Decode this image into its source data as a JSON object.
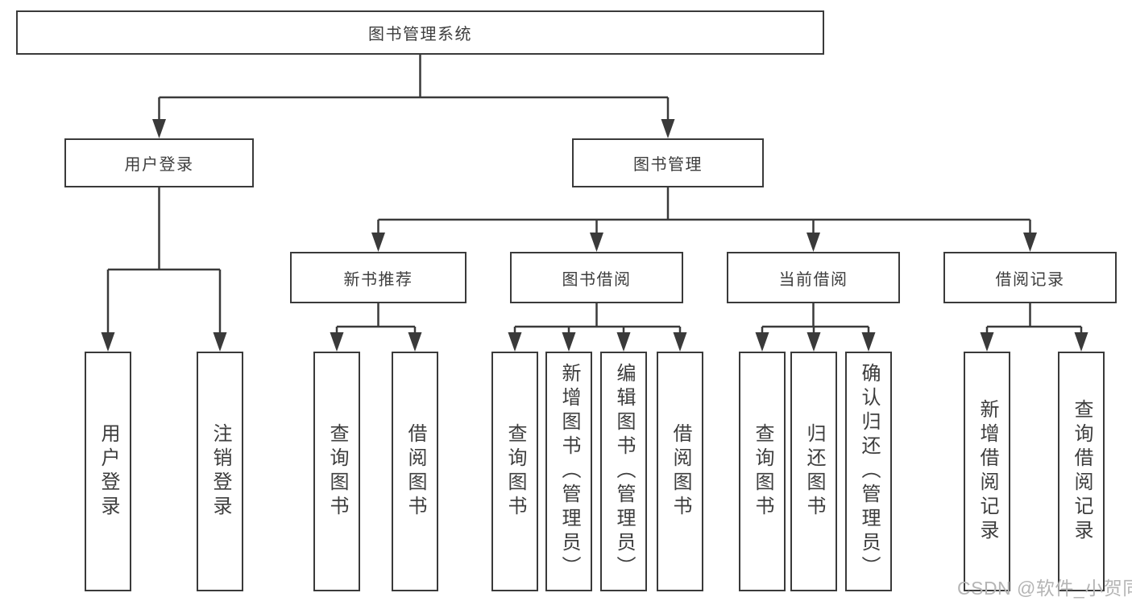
{
  "diagram": {
    "root": {
      "label": "图书管理系统"
    },
    "level2": [
      {
        "label": "用户登录"
      },
      {
        "label": "图书管理"
      }
    ],
    "level3": [
      {
        "label": "新书推荐"
      },
      {
        "label": "图书借阅"
      },
      {
        "label": "当前借阅"
      },
      {
        "label": "借阅记录"
      }
    ],
    "leaves": {
      "user_login": [
        "用户登录",
        "注销登录"
      ],
      "new_books": [
        "查询图书",
        "借阅图书"
      ],
      "book_borrow": [
        "查询图书",
        "新增图书（管理员）",
        "编辑图书（管理员）",
        "借阅图书"
      ],
      "current_borrow": [
        "查询图书",
        "归还图书",
        "确认归还（管理员）"
      ],
      "borrow_records": [
        "新增借阅记录",
        "查询借阅记录"
      ]
    }
  },
  "watermark": {
    "text": "CSDN @软件_小贺同学"
  },
  "colors": {
    "line": "#3a3a3a",
    "text": "#3d3d3d",
    "background": "#ffffff",
    "watermark": "#b5b5b5"
  }
}
